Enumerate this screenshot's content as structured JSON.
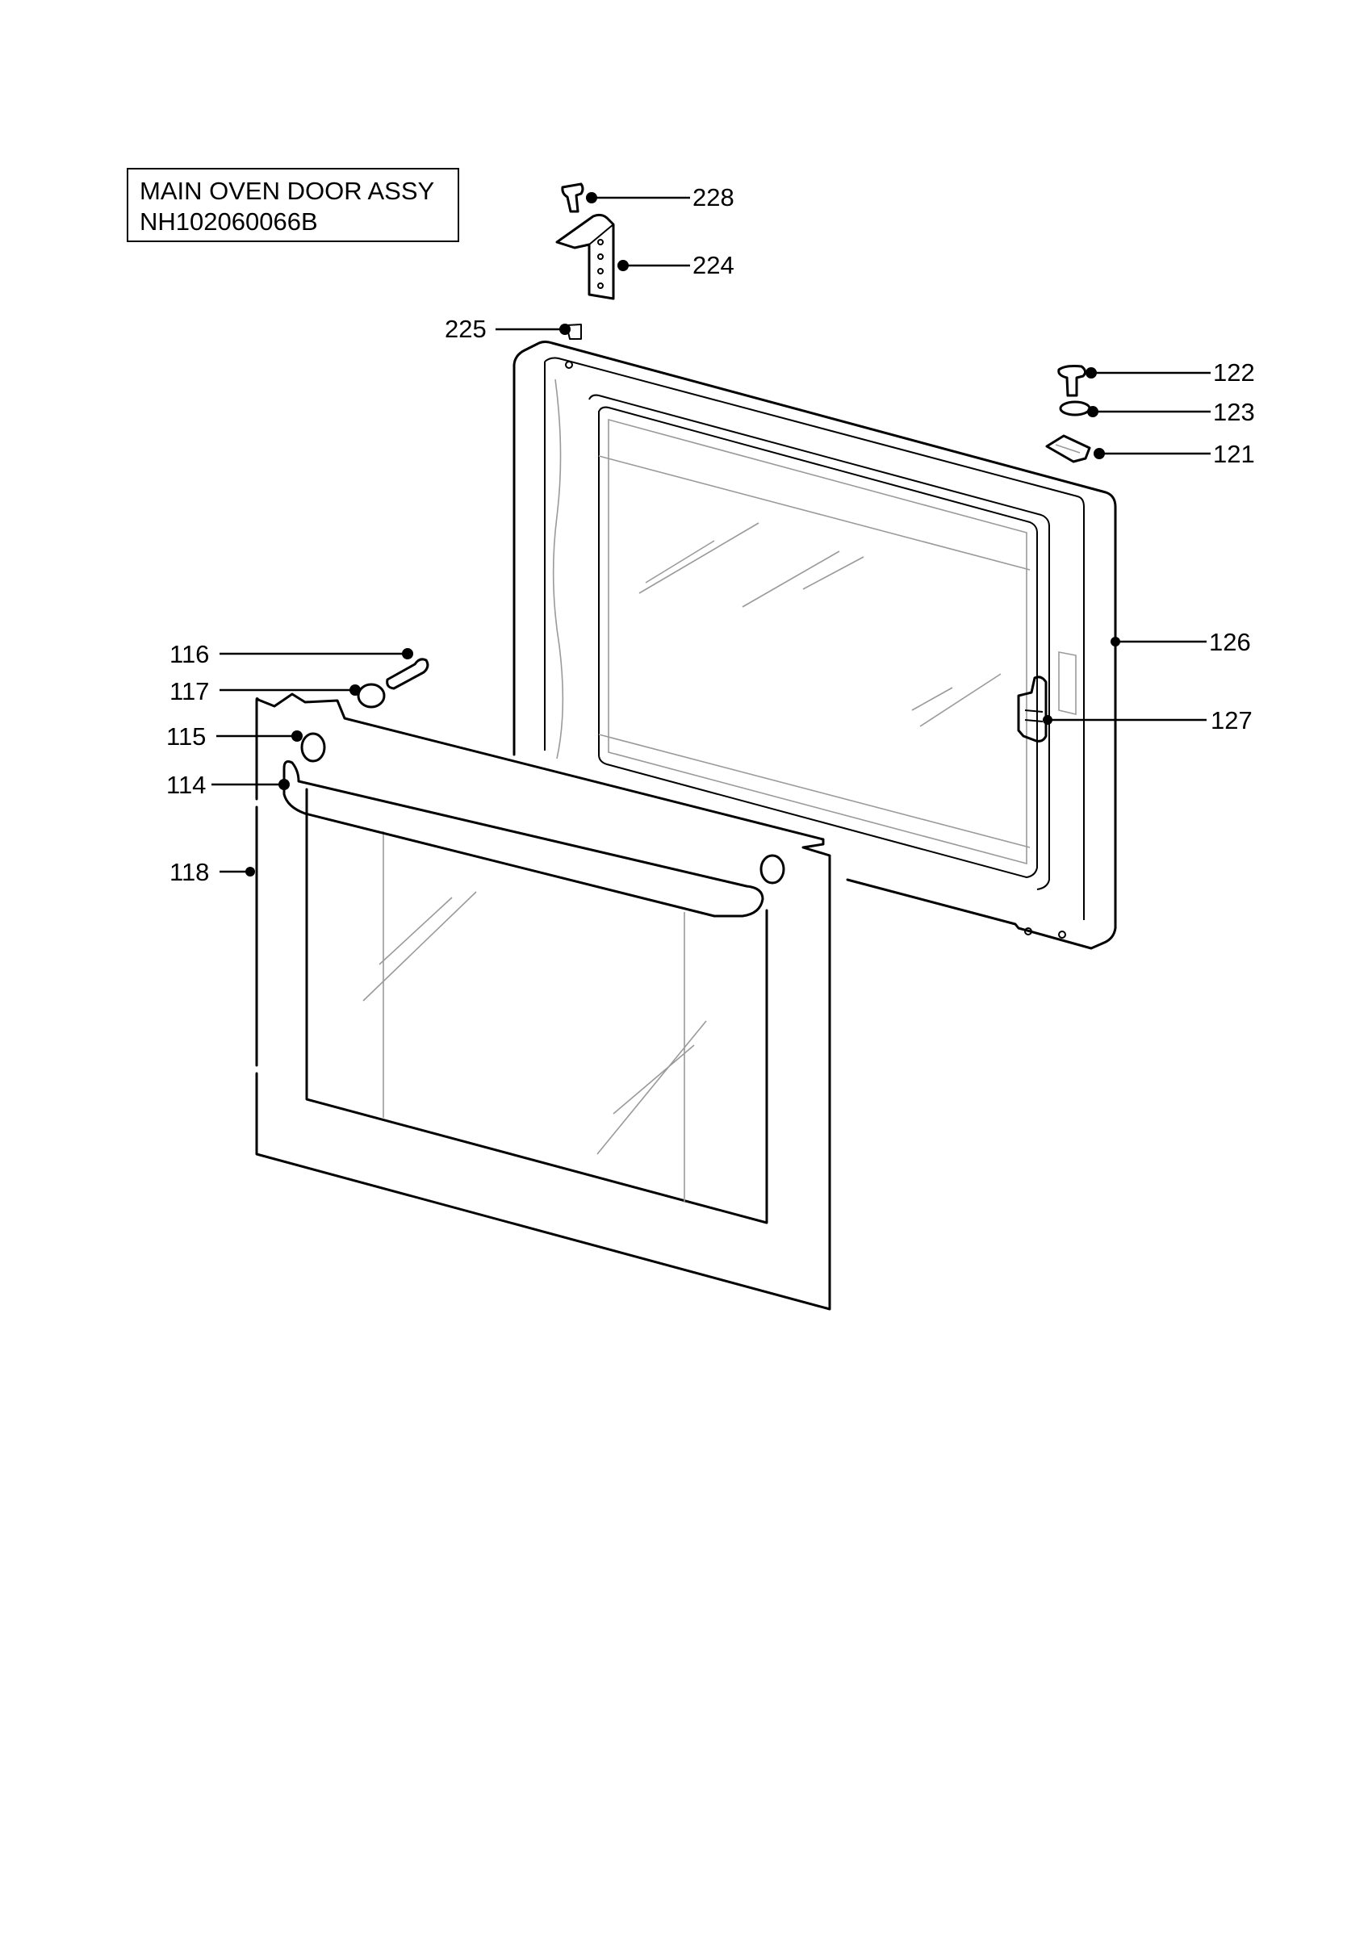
{
  "title_box": {
    "line1": "MAIN OVEN DOOR ASSY",
    "line2": "NH102060066B"
  },
  "callouts": {
    "c228": "228",
    "c224": "224",
    "c225": "225",
    "c122": "122",
    "c123": "123",
    "c121": "121",
    "c126": "126",
    "c127": "127",
    "c116": "116",
    "c117": "117",
    "c115": "115",
    "c114": "114",
    "c118": "118"
  }
}
